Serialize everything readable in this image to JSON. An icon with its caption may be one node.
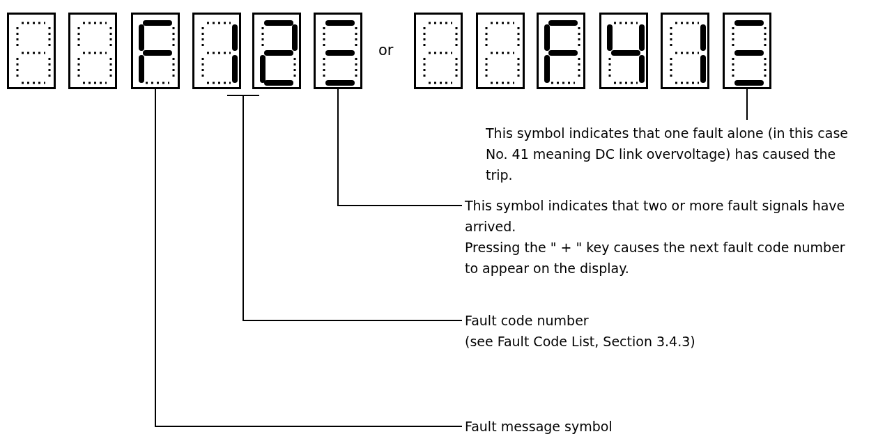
{
  "diagram": {
    "nodes": [
      {
        "text": [],
        "shape": "box"
      },
      {
        "text": [],
        "shape": "box"
      },
      {
        "text": [],
        "shape": "box"
      },
      {
        "text": [],
        "shape": "box"
      },
      {
        "text": [],
        "shape": "box"
      },
      {
        "text": [],
        "shape": "box"
      },
      {
        "text": [],
        "shape": "box"
      },
      {
        "text": [],
        "shape": "box"
      },
      {
        "text": [],
        "shape": "box"
      },
      {
        "text": [],
        "shape": "box"
      },
      {
        "text": [],
        "shape": "box"
      },
      {
        "text": [],
        "shape": "box"
      },
      {
        "text": [
          "This symbol indicates that one fault alone (in this case No. 41 meaning DC link overvoltage) has caused the trip."
        ]
      },
      {
        "text": [
          "This symbol indicates that two or more fault signals have arrived.",
          "Pressing the \" + \" key causes the next fault code number to appear on the display."
        ]
      },
      {
        "text": [
          "Fault code number",
          "(see Fault Code List, Section 3.4.3)"
        ]
      },
      {
        "text": [
          "Fault message symbol"
        ]
      }
    ],
    "edges": [
      {
        "from": 12,
        "to": 11,
        "arrow": "none"
      },
      {
        "from": 13,
        "to": 5,
        "arrow": "none"
      },
      {
        "from": 14,
        "to": 3,
        "arrow": "none"
      },
      {
        "from": 14,
        "to": 4,
        "arrow": "none"
      },
      {
        "from": 15,
        "to": 2,
        "arrow": "none"
      }
    ],
    "labels": [
      "or"
    ]
  }
}
